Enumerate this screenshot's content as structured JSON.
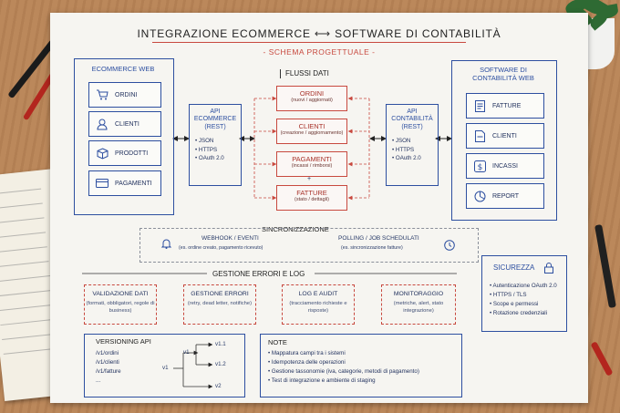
{
  "title": {
    "left": "INTEGRAZIONE ECOMMERCE",
    "arrow": "⟷",
    "right": "SOFTWARE DI CONTABILITÀ"
  },
  "subtitle": "- SCHEMA PROGETTUALE -",
  "ecommerce": {
    "title": "ECOMMERCE WEB",
    "items": [
      {
        "label": "ORDINI",
        "icon": "cart-icon"
      },
      {
        "label": "CLIENTI",
        "icon": "user-icon"
      },
      {
        "label": "PRODOTTI",
        "icon": "box-icon"
      },
      {
        "label": "PAGAMENTI",
        "icon": "card-icon"
      }
    ]
  },
  "api_ecommerce": {
    "title": "API\nECOMMERCE\n(REST)",
    "items": [
      "• JSON",
      "• HTTPS",
      "• OAuth 2.0"
    ]
  },
  "flussi": {
    "title": "FLUSSI DATI",
    "items": [
      {
        "label": "ORDINI",
        "sub": "(nuovi / aggiornati)"
      },
      {
        "label": "CLIENTI",
        "sub": "(creazione / aggiornamento)"
      },
      {
        "label": "PAGAMENTI",
        "sub": "(incassi / rimborsi)"
      },
      {
        "label": "FATTURE",
        "sub": "(stato / dettagli)"
      }
    ],
    "plus": "+"
  },
  "api_contabilita": {
    "title": "API\nCONTABILITÀ\n(REST)",
    "items": [
      "• JSON",
      "• HTTPS",
      "• OAuth 2.0"
    ]
  },
  "contabilita": {
    "title": "SOFTWARE DI\nCONTABILITÀ WEB",
    "items": [
      {
        "label": "FATTURE",
        "icon": "invoice-icon"
      },
      {
        "label": "CLIENTI",
        "icon": "document-icon"
      },
      {
        "label": "INCASSI",
        "icon": "dollar-icon"
      },
      {
        "label": "REPORT",
        "icon": "chart-icon"
      }
    ]
  },
  "sync": {
    "title": "SINCRONIZZAZIONE",
    "webhook": {
      "label": "WEBHOOK / EVENTI",
      "sub": "(es. ordine creato, pagamento ricevuto)"
    },
    "polling": {
      "label": "POLLING / JOB SCHEDULATI",
      "sub": "(es. sincronizzazione fatture)"
    }
  },
  "errors": {
    "title": "GESTIONE ERRORI E LOG",
    "cards": [
      {
        "title": "VALIDAZIONE DATI",
        "sub": "(formati, obbligatori, regole di business)"
      },
      {
        "title": "GESTIONE ERRORI",
        "sub": "(retry, dead letter, notifiche)"
      },
      {
        "title": "LOG E AUDIT",
        "sub": "(tracciamento richieste e risposte)"
      },
      {
        "title": "MONITORAGGIO",
        "sub": "(metriche, alert, stato integrazione)"
      }
    ]
  },
  "security": {
    "title": "SICUREZZA",
    "items": [
      "• Autenticazione OAuth 2.0",
      "• HTTPS / TLS",
      "• Scope e permessi",
      "• Rotazione credenziali"
    ]
  },
  "versioning": {
    "title": "VERSIONING API",
    "paths": [
      "/v1/ordini",
      "/v1/clienti",
      "/v1/fatture",
      "..."
    ],
    "tree": {
      "root": "v1",
      "branch": "v1",
      "leaves": [
        "v1.1",
        "v1.2",
        "v2"
      ]
    }
  },
  "note": {
    "title": "NOTE",
    "items": [
      "• Mappatura campi tra i sistemi",
      "• Idempotenza delle operazioni",
      "• Gestione tassonomie (iva, categorie, metodi di pagamento)",
      "• Test di integrazione e ambiente di staging"
    ]
  },
  "colors": {
    "blue": "#2d4fa0",
    "red": "#c8493f",
    "paper": "#f6f5f1",
    "desk": "#b98456"
  }
}
